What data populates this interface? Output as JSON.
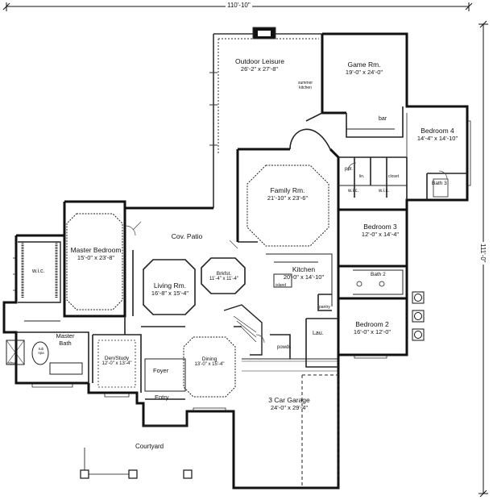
{
  "dimensions": {
    "overall_width": "110'-10\"",
    "overall_depth": "111'-0\""
  },
  "rooms": {
    "outdoor_leisure": {
      "name": "Outdoor Leisure",
      "dims": "26'-2\" x 27'-8\""
    },
    "game_rm": {
      "name": "Game Rm.",
      "dims": "19'-0\" x 24'-0\""
    },
    "bedroom4": {
      "name": "Bedroom 4",
      "dims": "14'-4\" x 14'-10\""
    },
    "family_rm": {
      "name": "Family Rm.",
      "dims": "21'-10\" x 23'-6\""
    },
    "bedroom3": {
      "name": "Bedroom 3",
      "dims": "12'-0\" x 14'-4\""
    },
    "master_bedroom": {
      "name": "Master Bedroom",
      "dims": "15'-0\" x 23'-8\""
    },
    "cov_patio": {
      "name": "Cov. Patio"
    },
    "living_rm": {
      "name": "Living Rm.",
      "dims": "16'-8\" x 15'-4\""
    },
    "brkfst": {
      "name": "Brkfst.",
      "dims": "11'-4\" x 11'-4\""
    },
    "kitchen": {
      "name": "Kitchen",
      "dims": "20'-0\" x 14'-10\""
    },
    "bedroom2": {
      "name": "Bedroom 2",
      "dims": "16'-0\" x 12'-0\""
    },
    "den_study": {
      "name": "Den/Study",
      "dims": "12'-0\" x 13'-4\""
    },
    "dining": {
      "name": "Dining",
      "dims": "13'-0\" x 15'-4\""
    },
    "garage": {
      "name": "3 Car Garage",
      "dims": "24'-0\" x 29'-4\""
    }
  },
  "small_labels": {
    "bar": "bar",
    "summer_kitchen": "summer kitchen",
    "pdr": "pdr.",
    "lin": "lin.",
    "closet": "closet",
    "wic1": "w.i.c.",
    "wic2": "w.i.c.",
    "bath3": "Bath 3",
    "bath2": "Bath 2",
    "wic_master": "w.i.c.",
    "master_bath": "Master Bath",
    "tub": "tub spa",
    "shwr": "shwr.",
    "pantry": "pantry",
    "island": "island",
    "lau": "Lau.",
    "powdr": "powdr.",
    "foyer": "Foyer",
    "entry": "Entry",
    "courtyard": "Courtyard"
  },
  "colors": {
    "wall": "#111111",
    "line": "#333333",
    "hatch": "#444444",
    "paper": "#ffffff"
  }
}
